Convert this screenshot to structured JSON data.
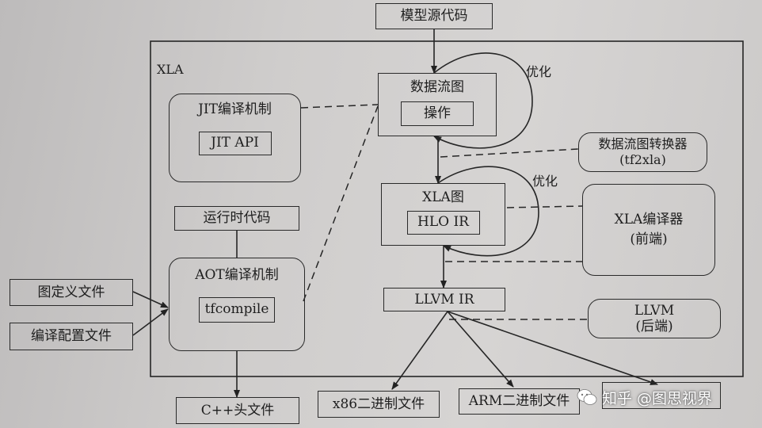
{
  "frame": {
    "label": "XLA"
  },
  "nodes": {
    "model_source": "模型源代码",
    "dataflow_graph": "数据流图",
    "operation": "操作",
    "optimize_1": "优化",
    "optimize_2": "优化",
    "jit_mechanism": "JIT编译机制",
    "jit_api": "JIT API",
    "converter_line1": "数据流图转换器",
    "converter_line2": "(tf2xla)",
    "xla_graph": "XLA图",
    "hlo_ir": "HLO IR",
    "xla_compiler_line1": "XLA编译器",
    "xla_compiler_line2": "(前端)",
    "runtime_code": "运行时代码",
    "aot_mechanism": "AOT编译机制",
    "tfcompile": "tfcompile",
    "graph_def_file": "图定义文件",
    "compile_config_file": "编译配置文件",
    "llvm_ir": "LLVM IR",
    "llvm_line1": "LLVM",
    "llvm_line2": "(后端)",
    "cpp_header": "C++头文件",
    "x86_binary": "x86二进制文件",
    "arm_binary": "ARM二进制文件"
  },
  "watermark": {
    "text": "知乎 @图思视界",
    "icon": "wechat-icon"
  },
  "colors": {
    "ink": "#2a2a2a",
    "paper": "#cfcdcc"
  }
}
